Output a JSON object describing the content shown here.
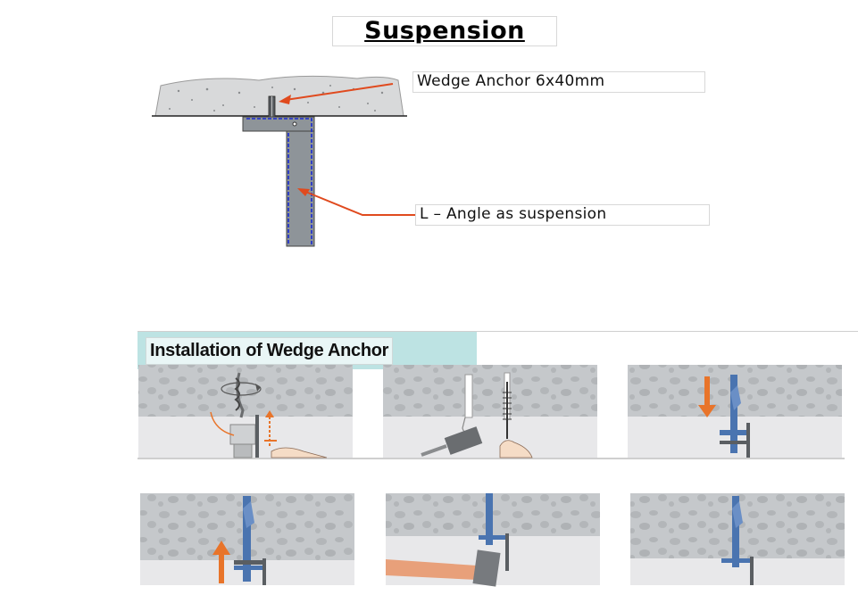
{
  "title": "Suspension",
  "callouts": {
    "anchor": "Wedge Anchor 6x40mm",
    "angle": "L – Angle as suspension"
  },
  "installation": {
    "heading": "Installation of Wedge Anchor",
    "steps": [
      "drill",
      "clean",
      "insert",
      "tighten",
      "hammer",
      "done"
    ]
  },
  "colors": {
    "accent": "#e8742a",
    "concrete": "#c5c8cb",
    "anchor": "#4a74b0",
    "banner": "#bde3e3",
    "steel": "#8e9499"
  }
}
